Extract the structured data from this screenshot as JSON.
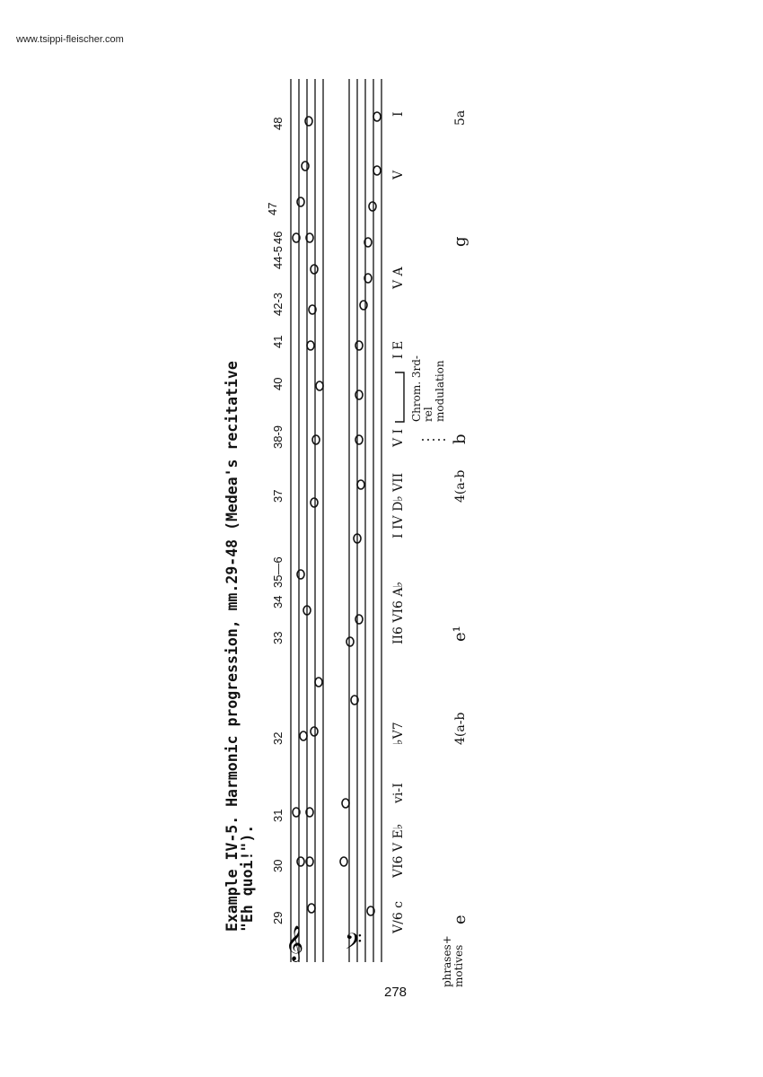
{
  "header": {
    "url": "www.tsippi-fleischer.com"
  },
  "caption": {
    "line1": "Example IV-5.  Harmonic progression, mm.29-48 (Medea's recitative",
    "line2": "\"Eh quoi!\")."
  },
  "measures": [
    "29",
    "30",
    "31",
    "32",
    "33",
    "34",
    "35—6",
    "37",
    "38-9",
    "40",
    "41",
    "42-3",
    "44-5",
    "46",
    "47",
    "48"
  ],
  "analysis": [
    "V/6 c",
    "VI6 V E♭",
    "vi-I",
    "♭V7",
    "II6 VI6 A♭",
    "I IV D♭",
    "VII",
    "V I",
    "I E",
    "V A",
    "V",
    "I"
  ],
  "keys": [
    "e",
    "4(a-b",
    "e¹",
    "4(a-b",
    "b",
    "g",
    "5a"
  ],
  "annotations": {
    "chrom": "Chrom. 3rd-rel modulation",
    "phrases": "phrases+ motives"
  },
  "page_number": "278"
}
